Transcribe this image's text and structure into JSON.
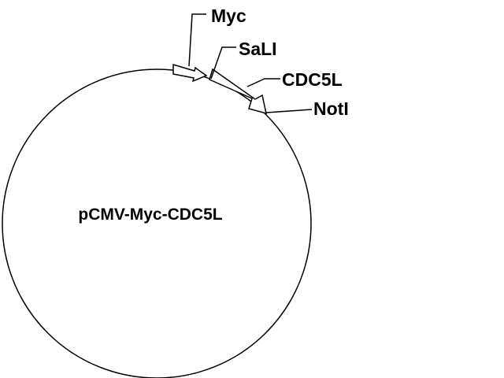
{
  "plasmid": {
    "name": "pCMV-Myc-CDC5L"
  },
  "features": {
    "myc": "Myc",
    "sali": "SaLI",
    "cdc5l": "CDC5L",
    "noti": "NotI"
  },
  "colors": {
    "stroke": "#000000",
    "fill": "#ffffff",
    "background": "#ffffff"
  }
}
